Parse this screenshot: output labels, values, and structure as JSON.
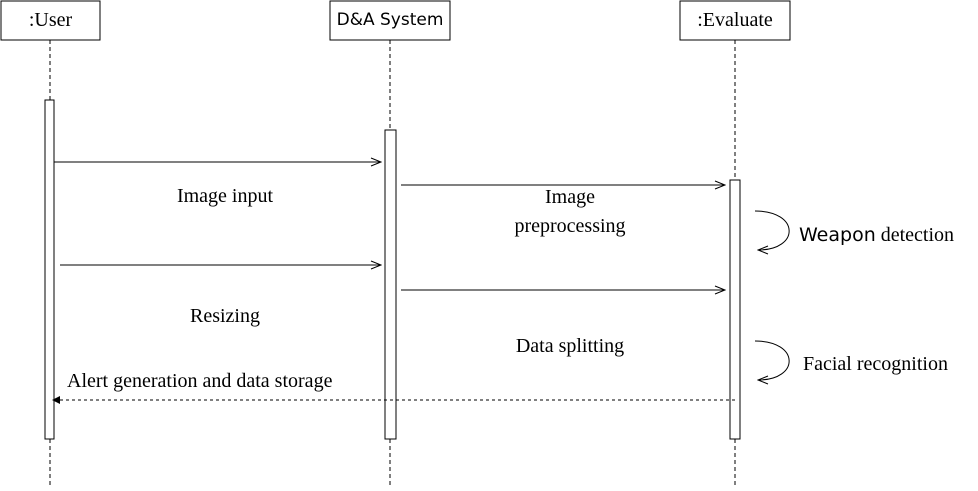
{
  "participants": {
    "user": ":User",
    "system": "D&A System",
    "evaluate": ":Evaluate"
  },
  "messages": {
    "image_input": "Image input",
    "image_preprocessing_line1": "Image",
    "image_preprocessing_line2": "preprocessing",
    "resizing": "Resizing",
    "data_splitting": "Data splitting",
    "alert": "Alert generation and data storage"
  },
  "self_messages": {
    "weapon_detection_part1": "Weapon",
    "weapon_detection_part2": " detection",
    "facial_recognition": "Facial recognition"
  }
}
